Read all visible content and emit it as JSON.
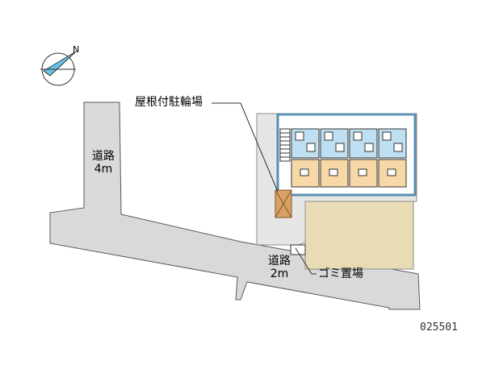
{
  "map": {
    "roads": [
      {
        "id": "road-4m",
        "label_line1": "道路",
        "label_line2": "4m"
      },
      {
        "id": "road-2m",
        "label_line1": "道路",
        "label_line2": "2m"
      }
    ],
    "facilities": {
      "bicycle_parking": "屋根付駐輪場",
      "garbage_area": "ゴミ置場"
    },
    "compass": {
      "north_letter": "N"
    },
    "reference_code": "025501",
    "colors": {
      "road": "#d9d9d9",
      "road_edge": "#595959",
      "building_room_upper": "#bfe0f2",
      "building_room_lower": "#f7d8a6",
      "building_frame": "#5c8fb0",
      "lot": "#e6e6e6",
      "neighbor_lot": "#e9dcb4",
      "bike_roof": "#d9a066",
      "compass_arrow": "#66c4e6"
    }
  }
}
